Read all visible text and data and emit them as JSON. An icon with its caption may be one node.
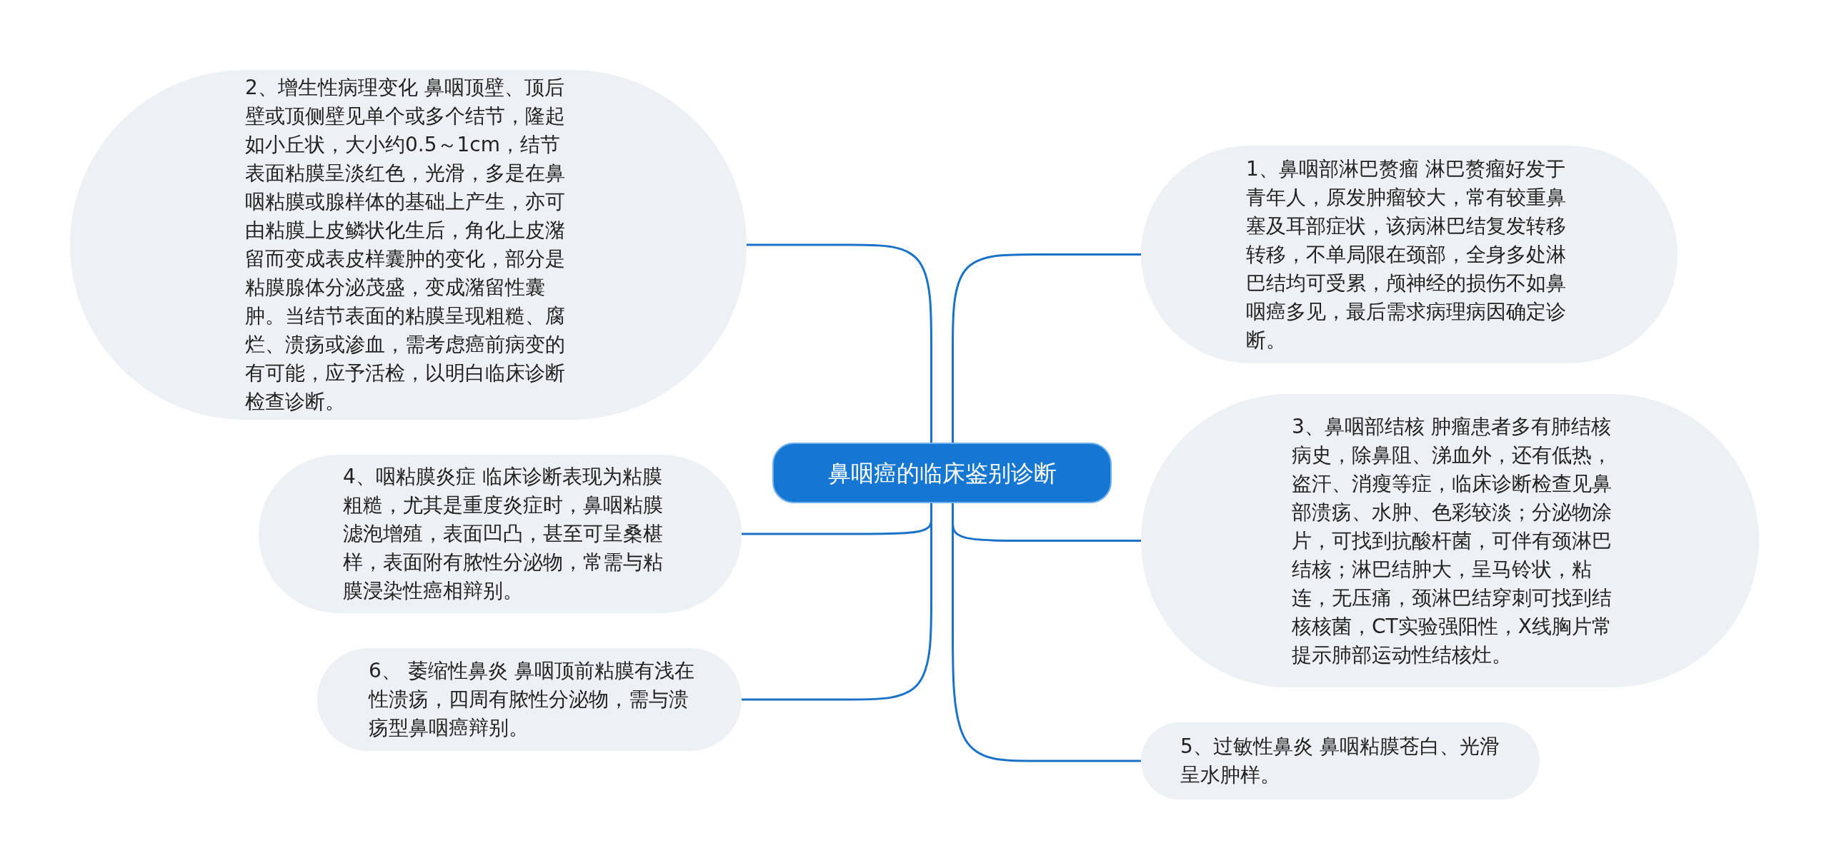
{
  "diagram": {
    "nodes": [
      {
        "text": [
          "鼻咽癌的临床鉴别诊断"
        ]
      },
      {
        "text": [
          "1、鼻咽部淋巴赘瘤 淋巴赘瘤好发于青年人，原发肿瘤较大，常有较重鼻塞及耳部症状，该病淋巴结复发转移转移，不单局限在颈部，全身多处淋巴结均可受累，颅神经的损伤不如鼻咽癌多见，最后需求病理病因确定诊断。"
        ]
      },
      {
        "text": [
          "2、增生性病理变化 鼻咽顶壁、顶后壁或顶侧壁见单个或多个结节，隆起如小丘状，大小约0.5～1cm，结节表面粘膜呈淡红色，光滑，多是在鼻咽粘膜或腺样体的基础上产生，亦可由粘膜上皮鳞状化生后，角化上皮潴留而变成表皮样囊肿的变化，部分是粘膜腺体分泌茂盛，变成潴留性囊肿。当结节表面的粘膜呈现粗糙、腐烂、溃疡或渗血，需考虑癌前病变的有可能，应予活检，以明白临床诊断检查诊断。"
        ]
      },
      {
        "text": [
          "3、鼻咽部结核 肿瘤患者多有肺结核病史，除鼻阻、涕血外，还有低热，盗汗、消瘦等症，临床诊断检查见鼻部溃疡、水肿、色彩较淡；分泌物涂片，可找到抗酸杆菌，可伴有颈淋巴结核；淋巴结肿大，呈马铃状，粘连，无压痛，颈淋巴结穿刺可找到结核核菌，CT实验强阳性，X线胸片常提示肺部运动性结核灶。"
        ]
      },
      {
        "text": [
          "4、咽粘膜炎症 临床诊断表现为粘膜粗糙，尤其是重度炎症时，鼻咽粘膜滤泡增殖，表面凹凸，甚至可呈桑椹样，表面附有脓性分泌物，常需与粘膜浸染性癌相辩别。"
        ]
      },
      {
        "text": [
          "5、过敏性鼻炎 鼻咽粘膜苍白、光滑呈水肿样。"
        ]
      },
      {
        "text": [
          "6、 萎缩性鼻炎 鼻咽顶前粘膜有浅在性溃疡，四周有脓性分泌物，需与溃疡型鼻咽癌辩别。"
        ]
      }
    ],
    "edges": [
      {
        "from": 0,
        "to": 1,
        "arrow": "none"
      },
      {
        "from": 0,
        "to": 2,
        "arrow": "none"
      },
      {
        "from": 0,
        "to": 3,
        "arrow": "none"
      },
      {
        "from": 0,
        "to": 4,
        "arrow": "none"
      },
      {
        "from": 0,
        "to": 5,
        "arrow": "none"
      },
      {
        "from": 0,
        "to": 6,
        "arrow": "none"
      }
    ]
  }
}
